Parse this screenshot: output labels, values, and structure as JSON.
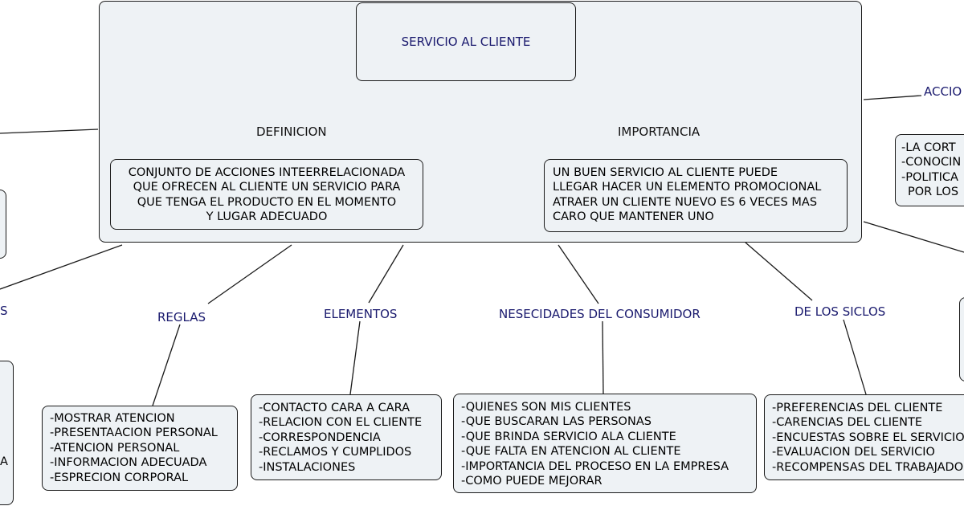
{
  "title": "SERVICIO AL CLIENTE",
  "definicion": {
    "heading": "DEFINICION",
    "lines": [
      "CONJUNTO DE ACCIONES INTEERRELACIONADA",
      "QUE OFRECEN AL CLIENTE UN SERVICIO PARA",
      "QUE TENGA EL PRODUCTO EN EL MOMENTO",
      "Y LUGAR ADECUADO"
    ]
  },
  "importancia": {
    "heading": "IMPORTANCIA",
    "lines": [
      "UN BUEN SERVICIO AL CLIENTE PUEDE",
      "LLEGAR HACER UN ELEMENTO PROMOCIONAL",
      "ATRAER UN CLIENTE NUEVO ES 6 VECES MAS",
      "CARO QUE MANTENER UNO"
    ]
  },
  "acciones": {
    "heading": "ACCIO",
    "lines": [
      "-LA CORT",
      "-CONOCIN",
      "-POLITICA",
      "POR LOS"
    ]
  },
  "left_partial": {
    "label": "S",
    "text": "A"
  },
  "reglas": {
    "heading": "REGLAS",
    "lines": [
      "-MOSTRAR ATENCION",
      "-PRESENTAACION PERSONAL",
      "-ATENCION PERSONAL",
      "-INFORMACION ADECUADA",
      "-ESPRECION CORPORAL"
    ]
  },
  "elementos": {
    "heading": "ELEMENTOS",
    "lines": [
      "-CONTACTO CARA A CARA",
      "-RELACION CON EL CLIENTE",
      "-CORRESPONDENCIA",
      "-RECLAMOS Y CUMPLIDOS",
      "-INSTALACIONES"
    ]
  },
  "necesidades": {
    "heading": "NESECIDADES DEL CONSUMIDOR",
    "lines": [
      "-QUIENES SON MIS CLIENTES",
      "-QUE BUSCARAN LAS PERSONAS",
      "-QUE BRINDA SERVICIO ALA CLIENTE",
      "-QUE FALTA EN ATENCION AL CLIENTE",
      "-IMPORTANCIA DEL PROCESO EN LA EMPRESA",
      "-COMO PUEDE MEJORAR"
    ]
  },
  "ciclos": {
    "heading": "DE LOS SICLOS",
    "lines": [
      "-PREFERENCIAS DEL CLIENTE",
      "-CARENCIAS DEL CLIENTE",
      "-ENCUESTAS SOBRE EL SERVICIO",
      "-EVALUACION DEL SERVICIO",
      "-RECOMPENSAS DEL TRABAJADOR"
    ]
  }
}
